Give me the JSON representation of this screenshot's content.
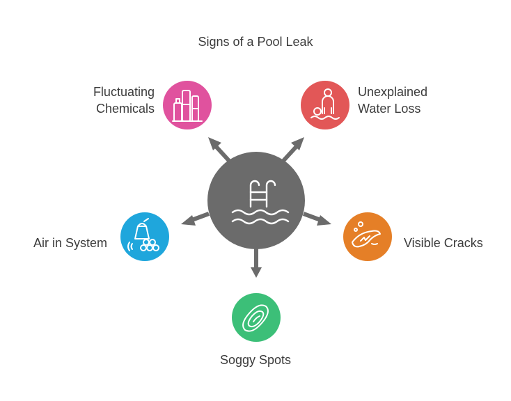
{
  "title": "Signs of a Pool Leak",
  "center": {
    "icon": "pool-ladder-icon",
    "color": "#6b6b6b"
  },
  "items": [
    {
      "lines": [
        "Fluctuating",
        "Chemicals"
      ],
      "icon": "chemical-tanks-icon",
      "color": "#e0529e"
    },
    {
      "lines": [
        "Unexplained",
        "Water Loss"
      ],
      "icon": "person-in-water-icon",
      "color": "#e25757"
    },
    {
      "lines": [
        "Air in System"
      ],
      "icon": "air-bubbles-icon",
      "color": "#1fa6dc"
    },
    {
      "lines": [
        "Visible Cracks"
      ],
      "icon": "cracked-surface-icon",
      "color": "#e57f27"
    },
    {
      "lines": [
        "Soggy Spots"
      ],
      "icon": "soggy-pad-icon",
      "color": "#3cbf78"
    }
  ],
  "arrow_color": "#6b6b6b"
}
